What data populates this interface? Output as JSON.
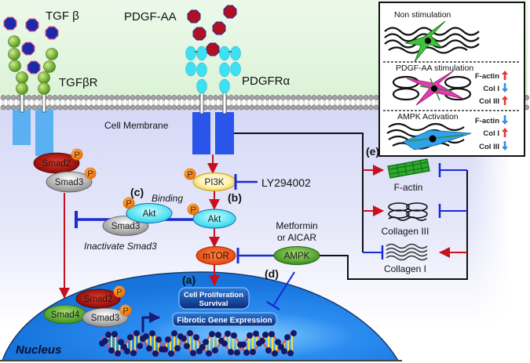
{
  "diagram": {
    "extracellular": {
      "tgf_beta_label": "TGF β",
      "pdgf_aa_label": "PDGF-AA",
      "tgf_beta_receptor_label": "TGFβR",
      "pdgf_receptor_label": "PDGFRα"
    },
    "membrane_label": "Cell Membrane",
    "smad_pathway": {
      "smad2": "Smad2",
      "smad3": "Smad3",
      "smad4": "Smad4",
      "phospho": "P"
    },
    "pi3k_pathway": {
      "pi3k": "PI3K",
      "akt": "Akt",
      "mtor": "mTOR",
      "ampk": "AMPK"
    },
    "inhibitors": {
      "ly294002": "LY294002",
      "activators_line1": "Metformin",
      "activators_line2": "or AICAR"
    },
    "annotations": {
      "a": "(a)",
      "b": "(b)",
      "c": "(c)",
      "d": "(d)",
      "e": "(e)",
      "binding": "Binding",
      "inactivate": "Inactivate Smad3"
    },
    "nucleus": {
      "label": "Nucleus",
      "proliferation_line1": "Cell Proliferation",
      "proliferation_line2": "Survival",
      "fibrotic": "Fibrotic Gene Expression"
    },
    "ecm_targets": [
      {
        "label": "F-actin"
      },
      {
        "label": "Collagen III"
      },
      {
        "label": "Collagen I"
      }
    ],
    "edges": [
      {
        "from": "TGFβR",
        "to": "Smad2/Smad3",
        "type": "activation"
      },
      {
        "from": "Smad2/Smad3",
        "to": "Nucleus",
        "type": "activation"
      },
      {
        "from": "PDGFRα",
        "to": "PI3K",
        "type": "activation"
      },
      {
        "from": "LY294002",
        "to": "PI3K",
        "type": "inhibition"
      },
      {
        "from": "PI3K",
        "to": "Akt",
        "type": "activation"
      },
      {
        "from": "Akt",
        "to": "Smad3",
        "type": "inhibition"
      },
      {
        "from": "Akt",
        "to": "mTOR",
        "type": "activation"
      },
      {
        "from": "AMPK",
        "to": "mTOR",
        "type": "inhibition"
      },
      {
        "from": "mTOR",
        "to": "Cell Proliferation Survival",
        "type": "activation"
      },
      {
        "from": "AMPK",
        "to": "Fibrotic Gene Expression",
        "type": "inhibition"
      },
      {
        "from": "PDGFRα",
        "to": "F-actin",
        "type": "activation"
      },
      {
        "from": "PDGFRα",
        "to": "Collagen III",
        "type": "activation"
      },
      {
        "from": "PDGFRα",
        "to": "Collagen I",
        "type": "inhibition"
      },
      {
        "from": "AMPK",
        "to": "F-actin",
        "type": "inhibition"
      },
      {
        "from": "AMPK",
        "to": "Collagen III",
        "type": "inhibition"
      },
      {
        "from": "AMPK",
        "to": "Collagen I",
        "type": "activation"
      }
    ],
    "inset": {
      "panels": [
        {
          "title": "Non stimulation",
          "effects": []
        },
        {
          "title": "PDGF-AA stimulation",
          "effects": [
            {
              "label": "F-actin",
              "direction": "up"
            },
            {
              "label": "Col I",
              "direction": "down"
            },
            {
              "label": "Col III",
              "direction": "up"
            }
          ]
        },
        {
          "title": "AMPK Activation",
          "effects": [
            {
              "label": "F-actin",
              "direction": "down"
            },
            {
              "label": "Col I",
              "direction": "up"
            },
            {
              "label": "Col III",
              "direction": "down"
            }
          ]
        }
      ]
    }
  },
  "colors": {
    "activation": "#c8101e",
    "inhibition": "#1a2ad4",
    "up": "#e8352a",
    "down": "#2e8ee6",
    "nucleus": "#1a82e8",
    "pdgf_ligand": "#b01020",
    "tgf_ligand": "#1a2aa8"
  }
}
